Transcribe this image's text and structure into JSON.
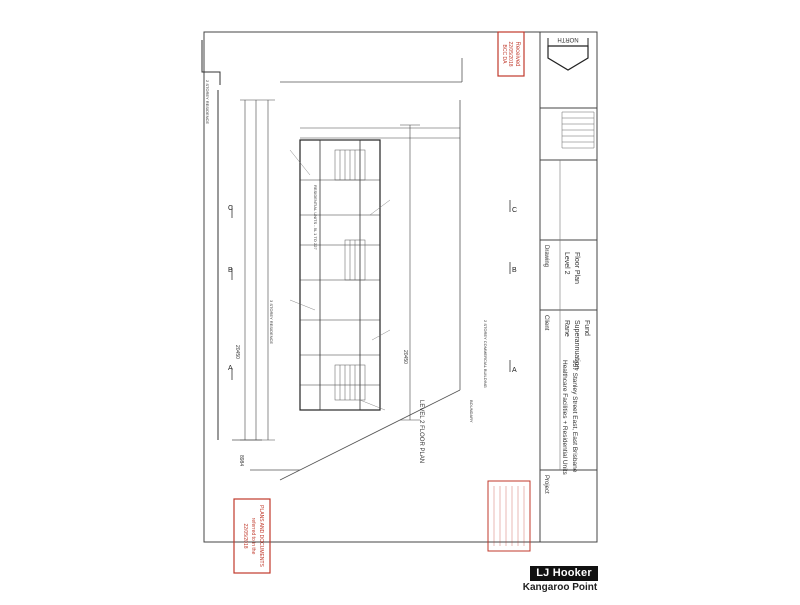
{
  "title_block": {
    "north_label": "NORTH",
    "drawing_label": "Drawing",
    "drawing_name_1": "Level 2",
    "drawing_name_2": "Floor Plan",
    "client_label": "Client",
    "client_1": "Rane",
    "client_2": "Superannuation",
    "client_3": "Fund",
    "project_label": "Project",
    "project_name": "Healthcare Facilities + Residential Units",
    "project_address": "957 Stanley Street East, East Brisbane"
  },
  "received_stamp": {
    "line1": "Received",
    "line2": "22/05/2018",
    "line3": "BCC DA"
  },
  "plans_stamp": {
    "line1": "PLANS AND DOCUMENTS",
    "line2": "referred to in the",
    "line3": "22/05/2018"
  },
  "plan_labels": {
    "plan_title": "LEVEL 2 FLOOR PLAN",
    "residence_top": "2 STOREY RESIDENCE",
    "residence_mid": "3 STOREY RESIDENCE",
    "commercial": "2 STOREY COMMERCIAL BUILDING",
    "boundary": "BOUNDARY",
    "units": "RESIDENTIAL UNITS - 5L 1 TO 227",
    "dim_overall": "20450",
    "dim_left": "8984",
    "dim_right": "20450"
  },
  "section_markers": [
    "A",
    "A",
    "B",
    "B",
    "C",
    "C"
  ],
  "branding": {
    "logo": "LJ Hooker",
    "office": "Kangaroo Point"
  }
}
